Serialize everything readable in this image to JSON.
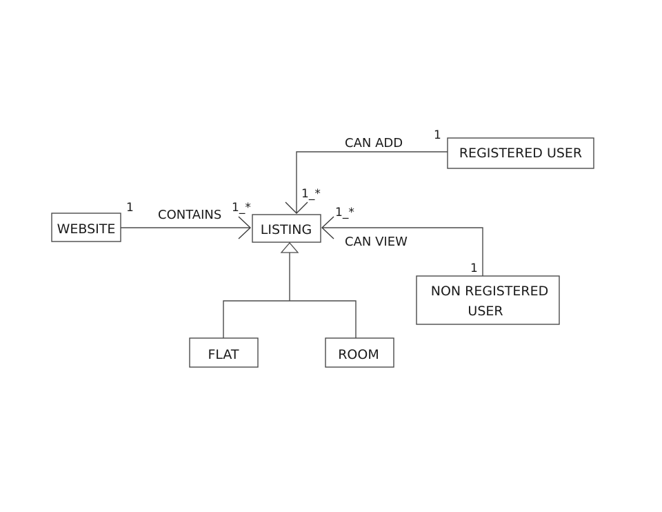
{
  "diagram": {
    "nodes": {
      "website": {
        "label": "WEBSITE"
      },
      "listing": {
        "label": "LISTING"
      },
      "registered_user": {
        "label": "REGISTERED USER"
      },
      "non_registered_user": {
        "label_line1": "NON REGISTERED",
        "label_line2": "USER"
      },
      "flat": {
        "label": "FLAT"
      },
      "room": {
        "label": "ROOM"
      }
    },
    "edges": {
      "contains": {
        "label": "CONTAINS",
        "source_multiplicity": "1",
        "target_multiplicity": "1_*"
      },
      "can_add": {
        "label": "CAN ADD",
        "source_multiplicity": "1",
        "target_multiplicity": "1_*"
      },
      "can_view": {
        "label": "CAN VIEW",
        "source_multiplicity": "1",
        "target_multiplicity": "1_*"
      }
    },
    "colors": {
      "line": "#4a4a4a",
      "text": "#1a1a1a",
      "background": "#ffffff"
    }
  }
}
